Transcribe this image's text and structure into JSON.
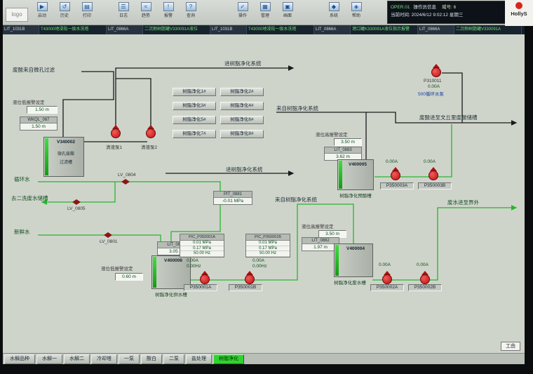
{
  "brand": {
    "name": "HollyS",
    "logo_text": "logo"
  },
  "toolbar": {
    "items": [
      {
        "label": "启动",
        "glyph": "▶"
      },
      {
        "label": "历史",
        "glyph": "↺"
      },
      {
        "label": "打印",
        "glyph": "▤"
      },
      {
        "label": "日志",
        "glyph": "☰"
      },
      {
        "label": "趋势",
        "glyph": "≈"
      },
      {
        "label": "报警",
        "glyph": "!"
      },
      {
        "label": "查询",
        "glyph": "?"
      },
      {
        "label": "操作",
        "glyph": "✓"
      },
      {
        "label": "管理",
        "glyph": "▦"
      },
      {
        "label": "画面",
        "glyph": "▣"
      },
      {
        "label": "系统",
        "glyph": "◆"
      },
      {
        "label": "帮助",
        "glyph": "◈"
      }
    ]
  },
  "operator_panel": {
    "station": "OPER.01",
    "info": "操作员信息",
    "domain": "域号: 6",
    "time_label": "当前时间:",
    "datetime": "2024/6/12 9:02:12",
    "weekday": "星期三"
  },
  "tabs": [
    "LIT_1031B",
    "T43000地浸段一级水洗塔",
    "LIT_0866A",
    "二沉侧树脂罐V330091A液位",
    "LIT_1031B",
    "T43000地浸段一级水洗塔",
    "LIT_0866A",
    "港口罐K330091A液位指示报警",
    "LIT_0866A",
    "二沉侧树脂罐V330091A"
  ],
  "resin_units": [
    "树脂净化1#",
    "树脂净化2#",
    "树脂净化3#",
    "树脂净化4#",
    "树脂净化5#",
    "树脂净化6#",
    "树脂净化7#",
    "树脂净化8#"
  ],
  "diag": {
    "t_waste_in": "废酸来自微孔过滤",
    "t_to_resin_top": "进树脂净化系统",
    "t_to_resin_mid": "进树脂净化系统",
    "t_from_resin_1": "来自树脂净化系统",
    "t_from_resin_2": "来自树脂净化系统",
    "t_acid_out": "废酸进至文丘里废酸储槽",
    "t_circ_water": "循环水",
    "t_to_wash": "去二洗废水储槽",
    "t_fresh": "新鲜水",
    "t_waste_out": "废水进至界外",
    "t_low_alarm": "液位低报警设定",
    "t_high_alarm": "液位高报警设定",
    "low1_set": "1.50 m",
    "low2_set": "0.60 m",
    "high1_set": "3.50 m",
    "high2_set": "3.50 m",
    "wkql": {
      "tag": "WKQL_067",
      "val": "1.50 m"
    },
    "lit0883": {
      "tag": "LIT_0883",
      "val": "3.62 m"
    },
    "lit0881": {
      "tag": "LIT_0881",
      "val": "3.05 m"
    },
    "lit0882": {
      "tag": "LIT_0882",
      "val": "1.97 m"
    },
    "pit0881": {
      "tag": "PIT_0881",
      "val": "-0.01 MPa"
    },
    "pic_a": {
      "tag": "PIC_P350001A",
      "r1": "0.01 MPa",
      "r2": "0.17 MPa",
      "r3": "50.00 Hz"
    },
    "pic_b": {
      "tag": "PIC_P350001B",
      "r1": "0.01 MPa",
      "r2": "0.17 MPa",
      "r3": "50.00 Hz"
    },
    "tanks": {
      "v340002": {
        "id": "V340002",
        "l1": "微孔废酸",
        "l2": "过滤槽"
      },
      "v400005": {
        "id": "V400005",
        "name": "树脂净化预酸槽"
      },
      "v400006": {
        "id": "V400006",
        "name": "树脂净化供水槽"
      },
      "v400004": {
        "id": "V400004",
        "name": "树脂净化废水槽"
      }
    },
    "pumps": {
      "qy1": "清液泵1",
      "qy2": "清液泵2",
      "p310011": {
        "id": "P310011",
        "amp": "0.00A",
        "name": "500循环水泵"
      },
      "p350003a": {
        "id": "P350003A",
        "amp": "0.00A"
      },
      "p350003b": {
        "id": "P350003B",
        "amp": "0.00A"
      },
      "p350001a": {
        "id": "P350001A",
        "amp": "0.00A",
        "hz": "0.00Hz"
      },
      "p350001b": {
        "id": "P350001B",
        "amp": "0.00A",
        "hz": "0.00Hz"
      },
      "p350002a": {
        "id": "P350002A",
        "amp": "0.00A"
      },
      "p350002b": {
        "id": "P350002B",
        "amp": "0.00A"
      }
    },
    "valves": {
      "lv0804": "LV_0804",
      "lv0805": "LV_0805",
      "lv0801": "LV_0801"
    }
  },
  "bottom_tabs": [
    "水解品种",
    "水解一",
    "水解二",
    "冷却塔",
    "一泵",
    "酸白",
    "二泵",
    "盐处理",
    "树脂净化"
  ],
  "corner_button": "工由"
}
